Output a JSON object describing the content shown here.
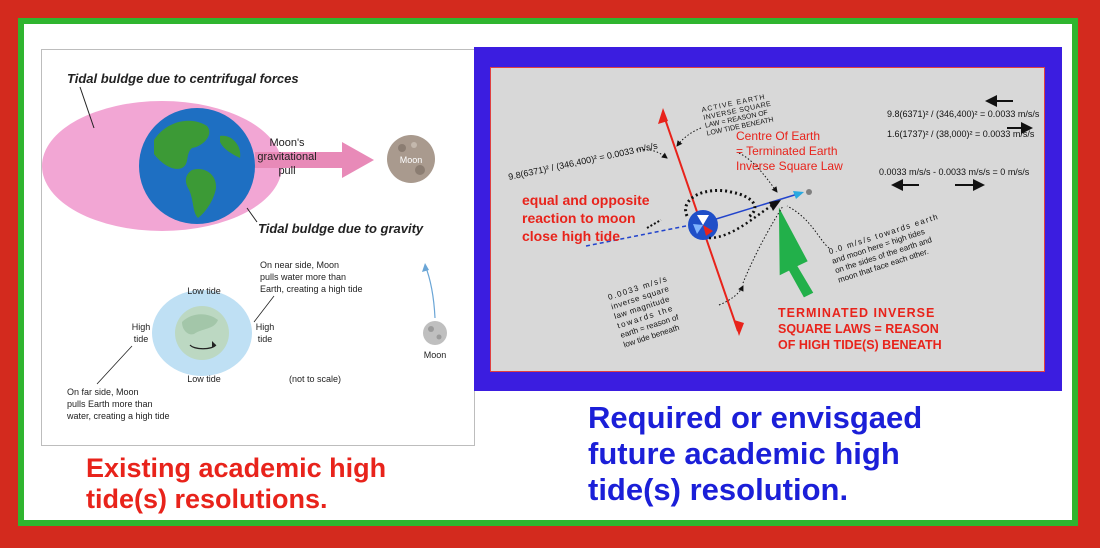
{
  "colors": {
    "outer_frame": "#d32a1e",
    "green_border": "#2fb52f",
    "right_panel_border": "#3b1de0",
    "caption_left": "#e8231b",
    "caption_right": "#1b1fd8",
    "ellipse": "#f2a6d4",
    "earth_ocean": "#1e6fc2",
    "earth_land": "#3c9a36",
    "arrow_pink": "#e88ab8",
    "red_text": "#e8231b",
    "green_arrow": "#22b04a"
  },
  "left_diagram": {
    "top": {
      "label_centrifugal": "Tidal buldge due to centrifugal forces",
      "label_gravity": "Tidal buldge due to gravity",
      "pull_line1": "Moon's",
      "pull_line2": "gravitational",
      "pull_line3": "pull",
      "moon_label": "Moon"
    },
    "bottom": {
      "near_side_line1": "On near side, Moon",
      "near_side_line2": "pulls water more than",
      "near_side_line3": "Earth, creating a high tide",
      "low_tide_top": "Low tide",
      "low_tide_bottom": "Low tide",
      "high_tide_left_1": "High",
      "high_tide_left_2": "tide",
      "high_tide_right_1": "High",
      "high_tide_right_2": "tide",
      "far_side_line1": "On far side, Moon",
      "far_side_line2": "pulls Earth more than",
      "far_side_line3": "water, creating a high tide",
      "not_to_scale": "(not to scale)",
      "moon_label": "Moon"
    }
  },
  "right_diagram": {
    "formula_left": "9.8(6371)² / (346,400)² = 0.0033 m/s/s",
    "active_line1": "ACTIVE EARTH",
    "active_line2": "INVERSE SQUARE",
    "active_line3": "LAW = REASON OF",
    "active_line4": "LOW TIDE BENEATH",
    "centre_line1": "Centre Of Earth",
    "centre_line2": "= Terminated Earth",
    "centre_line3": "Inverse Square Law",
    "formula_r1": "9.8(6371)² / (346,400)² = 0.0033 m/s/s",
    "formula_r2": "1.6(1737)² / (38,000)² = 0.0033 m/s/s",
    "formula_r3": "0.0033 m/s/s -  0.0033 m/s/s = 0 m/s/s",
    "reaction_line1": "equal and opposite",
    "reaction_line2": "reaction to moon",
    "reaction_line3": "close high tide",
    "towards_line1": "0.0 m/s/s towards earth",
    "towards_line2": "and moon here = high tides",
    "towards_line3": "on the sides of the earth and",
    "towards_line4": "moon that face each other.",
    "inverse_line1": "0.0033 m/s/s",
    "inverse_line2": "inverse square",
    "inverse_line3": "law magnitude",
    "inverse_line4": "towards the",
    "inverse_line5": "earth = reason of",
    "inverse_line6": "low tide beneath",
    "terminated_line1": "TERMINATED INVERSE",
    "terminated_line2": "SQUARE LAWS = REASON",
    "terminated_line3": "OF HIGH TIDE(S) BENEATH"
  },
  "captions": {
    "left": "Existing academic high tide(s) resolutions.",
    "right": "Required or envisgaed future academic high tide(s) resolution."
  }
}
